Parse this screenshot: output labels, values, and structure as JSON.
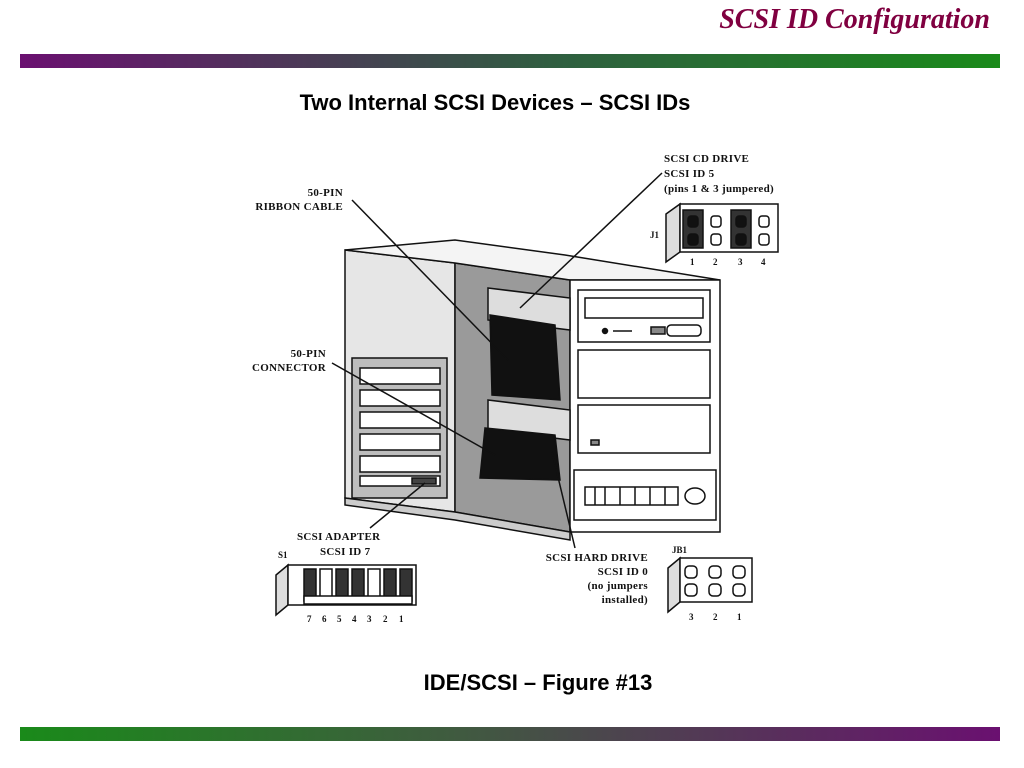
{
  "slide": {
    "title": "SCSI ID Configuration",
    "subtitle": "Two Internal SCSI Devices – SCSI IDs",
    "caption": "IDE/SCSI – Figure #13"
  },
  "diagram": {
    "cd_drive": {
      "line1": "SCSI CD DRIVE",
      "line2": "SCSI ID 5",
      "line3": "(pins 1 & 3 jumpered)",
      "jumper_label": "J1",
      "pins": [
        "1",
        "2",
        "3",
        "4"
      ]
    },
    "ribbon_cable": {
      "line1": "50-PIN",
      "line2": "RIBBON CABLE"
    },
    "connector": {
      "line1": "50-PIN",
      "line2": "CONNECTOR"
    },
    "adapter": {
      "line1": "SCSI ADAPTER",
      "line2": "SCSI ID 7",
      "jumper_label": "S1",
      "pins": [
        "7",
        "6",
        "5",
        "4",
        "3",
        "2",
        "1"
      ]
    },
    "hard_drive": {
      "line1": "SCSI HARD DRIVE",
      "line2": "SCSI ID 0",
      "line3": "(no jumpers",
      "line4": "installed)",
      "jumper_label": "JB1",
      "pins": [
        "3",
        "2",
        "1"
      ]
    }
  },
  "colors": {
    "title": "#800040",
    "band_purple": "#6a1070",
    "band_green": "#1a8a1a"
  }
}
